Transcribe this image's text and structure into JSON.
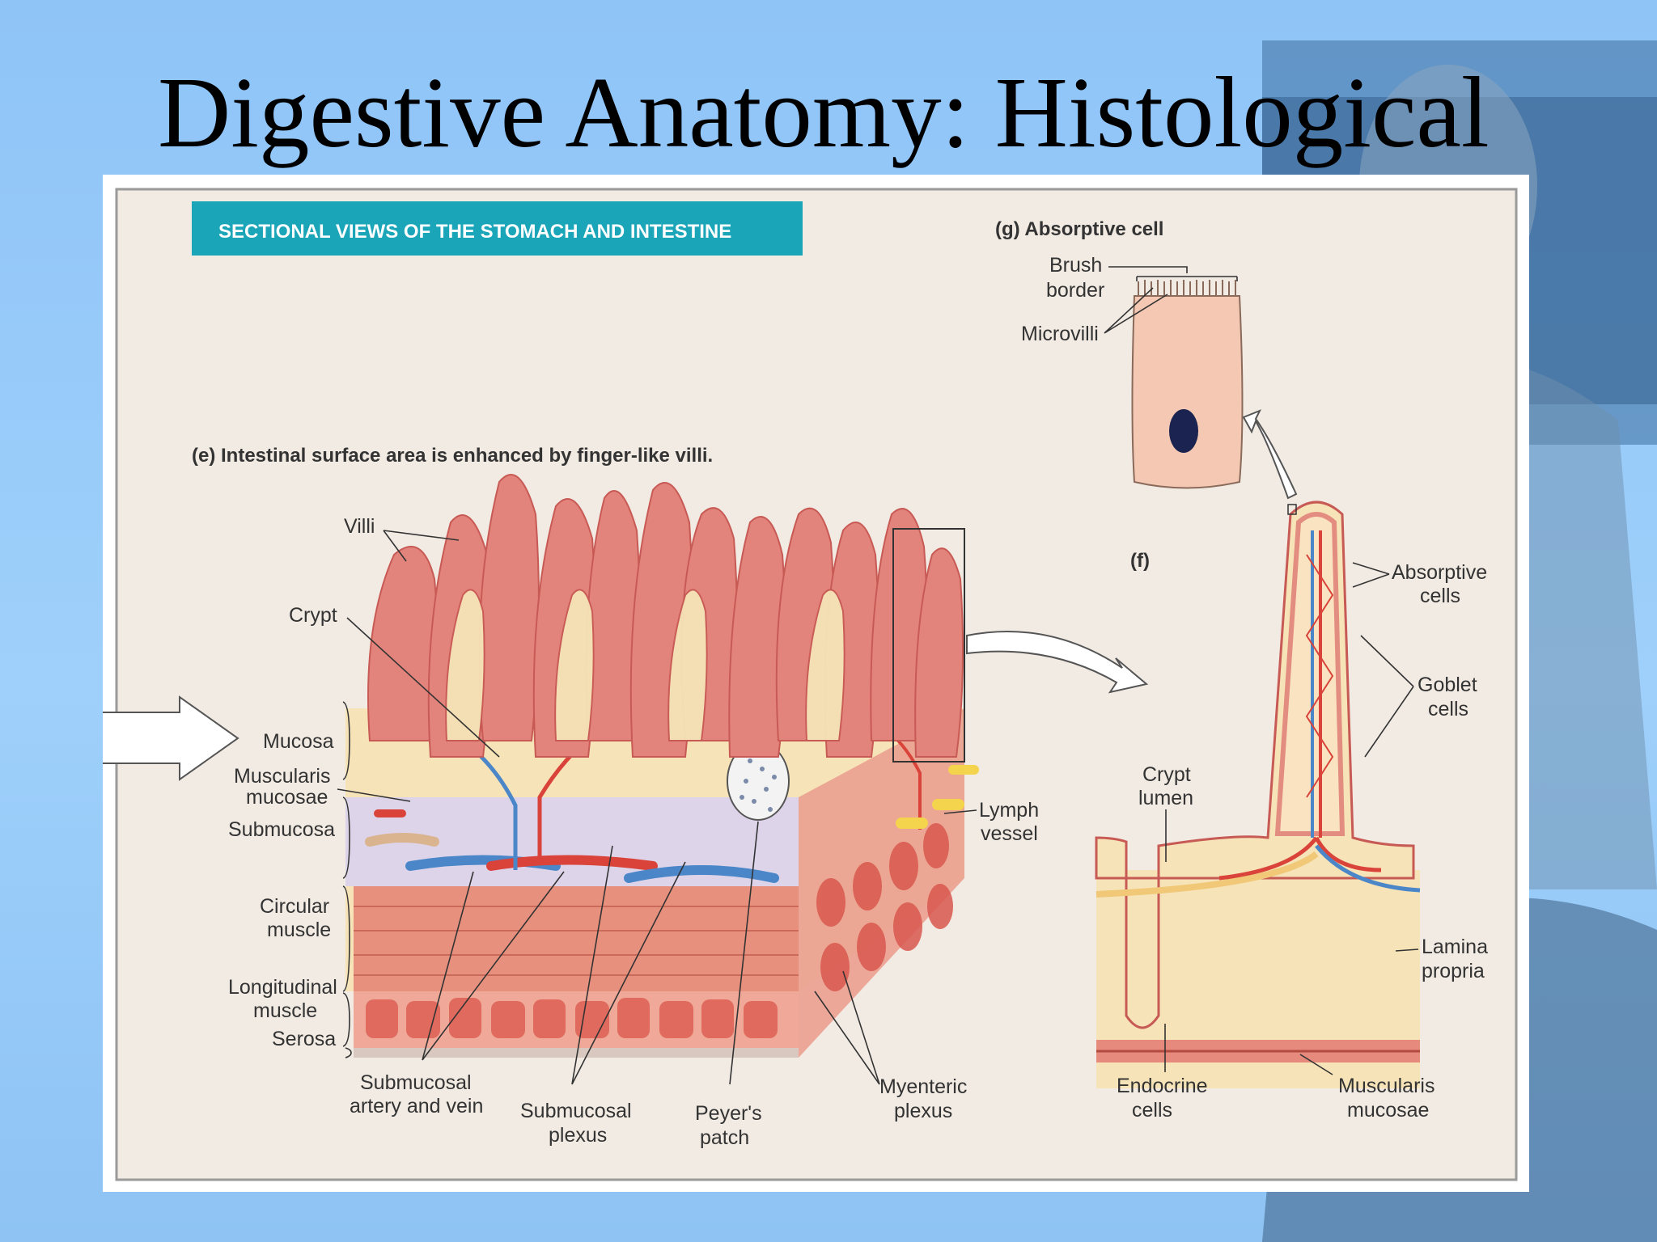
{
  "slide": {
    "title": "Digestive Anatomy: Histological"
  },
  "figure": {
    "banner": "SECTIONAL VIEWS OF THE STOMACH AND INTESTINE",
    "panel_e": {
      "caption": "(e) Intestinal surface area is enhanced by finger-like villi.",
      "labels": {
        "villi": "Villi",
        "crypt": "Crypt",
        "mucosa": "Mucosa",
        "muscularis_mucosae_1": "Muscularis",
        "muscularis_mucosae_2": "mucosae",
        "submucosa": "Submucosa",
        "circular_1": "Circular",
        "circular_2": "muscle",
        "longitudinal_1": "Longitudinal",
        "longitudinal_2": "muscle",
        "serosa": "Serosa",
        "sub_artery_1": "Submucosal",
        "sub_artery_2": "artery and vein",
        "sub_plexus_1": "Submucosal",
        "sub_plexus_2": "plexus",
        "peyers_1": "Peyer's",
        "peyers_2": "patch",
        "myenteric_1": "Myenteric",
        "myenteric_2": "plexus",
        "lymph_1": "Lymph",
        "lymph_2": "vessel"
      }
    },
    "panel_f": {
      "tag": "(f)",
      "labels": {
        "absorptive_1": "Absorptive",
        "absorptive_2": "cells",
        "goblet_1": "Goblet",
        "goblet_2": "cells",
        "crypt_lumen_1": "Crypt",
        "crypt_lumen_2": "lumen",
        "lamina_1": "Lamina",
        "lamina_2": "propria",
        "endocrine_1": "Endocrine",
        "endocrine_2": "cells",
        "musc_muc_1": "Muscularis",
        "musc_muc_2": "mucosae"
      }
    },
    "panel_g": {
      "title": "(g)  Absorptive cell",
      "labels": {
        "brush_1": "Brush",
        "brush_2": "border",
        "microvilli": "Microvilli"
      }
    }
  },
  "colors": {
    "banner": "#1aa5b8",
    "villus": "#e2847c",
    "villus_dark": "#c85a55",
    "tissue": "#f6e3b7",
    "muscle": "#e8907e",
    "artery": "#d9433a",
    "vein": "#4a86c8"
  }
}
